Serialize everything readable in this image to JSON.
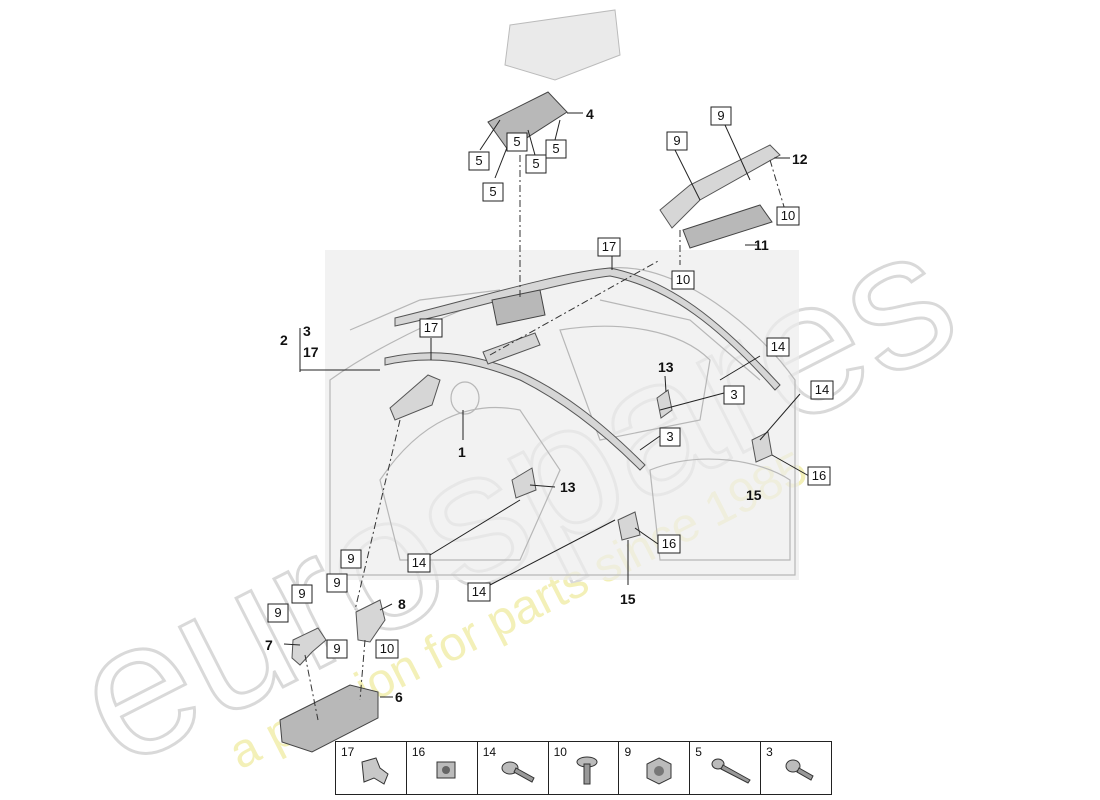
{
  "watermark": {
    "brand": "eurospares",
    "tagline": "a passion for parts since 1985"
  },
  "callouts": {
    "boxed": [
      "5",
      "5",
      "5",
      "5",
      "5",
      "9",
      "9",
      "10",
      "10",
      "17",
      "17",
      "14",
      "3",
      "3",
      "14",
      "16",
      "14",
      "14",
      "16",
      "9",
      "9",
      "9",
      "9",
      "10"
    ],
    "plain": [
      "4",
      "12",
      "11",
      "1",
      "13",
      "13",
      "15",
      "15",
      "8",
      "7",
      "6"
    ]
  },
  "group_label": {
    "number": "2",
    "items": [
      "3",
      "17"
    ]
  },
  "legend": [
    {
      "number": "17",
      "icon": "bracket-clip-icon"
    },
    {
      "number": "16",
      "icon": "clip-nut-icon"
    },
    {
      "number": "14",
      "icon": "flange-bolt-icon"
    },
    {
      "number": "10",
      "icon": "flange-screw-icon"
    },
    {
      "number": "9",
      "icon": "hex-nut-icon"
    },
    {
      "number": "5",
      "icon": "long-screw-icon"
    },
    {
      "number": "3",
      "icon": "short-screw-icon"
    }
  ]
}
